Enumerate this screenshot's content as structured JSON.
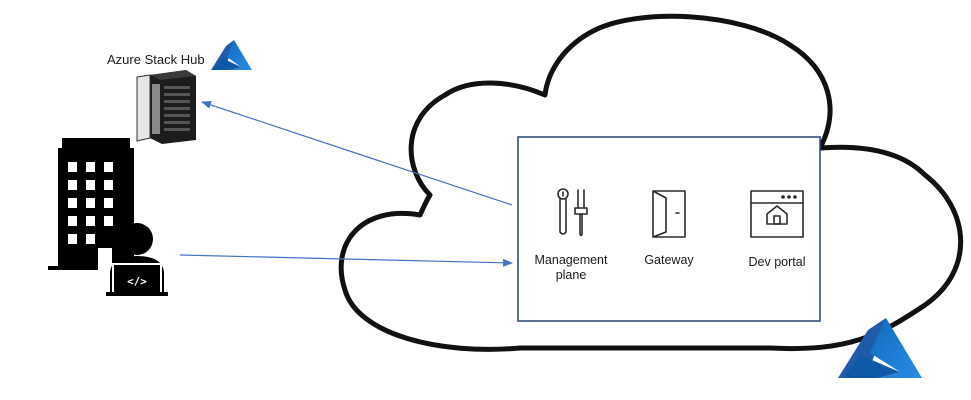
{
  "diagram": {
    "on_prem": {
      "label": "Azure Stack Hub",
      "server_icon": "server-rack-icon",
      "building_icon": "office-building-icon",
      "developer_icon": "developer-laptop-icon",
      "brand_icon": "azure-logo-icon"
    },
    "cloud": {
      "components": [
        {
          "id": "management",
          "label": "Management\nplane",
          "icon": "tools-icon"
        },
        {
          "id": "gateway",
          "label": "Gateway",
          "icon": "door-icon"
        },
        {
          "id": "devportal",
          "label": "Dev portal",
          "icon": "browser-home-icon"
        }
      ],
      "brand_icon": "azure-logo-icon"
    },
    "colors": {
      "arrow": "#4472C4",
      "box_border": "#2F4F7F",
      "azure_blue": "#0072C6",
      "azure_light": "#3AA0F3",
      "outline": "#111111"
    }
  }
}
